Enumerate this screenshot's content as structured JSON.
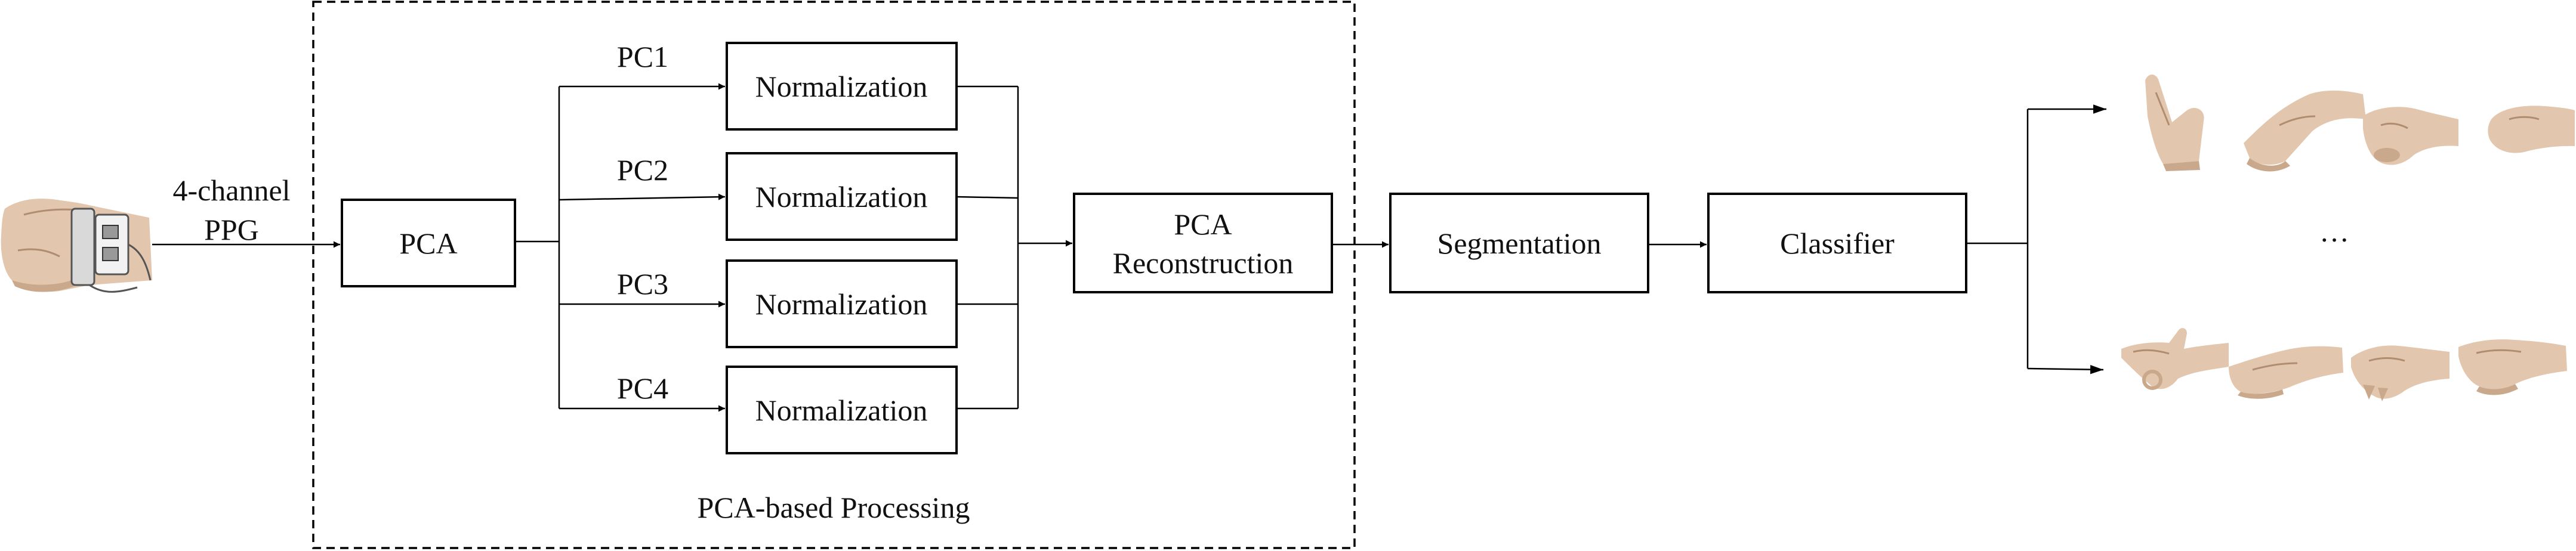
{
  "input": {
    "signal_label_line1": "4-channel",
    "signal_label_line2": "PPG",
    "wrist_icon": "wrist-with-ppg-sensor-icon"
  },
  "pca_block": {
    "label": "PCA"
  },
  "components": [
    {
      "pc_label": "PC1",
      "norm_label": "Normalization"
    },
    {
      "pc_label": "PC2",
      "norm_label": "Normalization"
    },
    {
      "pc_label": "PC3",
      "norm_label": "Normalization"
    },
    {
      "pc_label": "PC4",
      "norm_label": "Normalization"
    }
  ],
  "reconstruction": {
    "line1": "PCA",
    "line2": "Reconstruction"
  },
  "processing_region": {
    "label": "PCA-based Processing"
  },
  "segmentation": {
    "label": "Segmentation"
  },
  "classifier": {
    "label": "Classifier"
  },
  "output": {
    "ellipsis": "…",
    "gesture_icon": "hand-gesture-icon"
  },
  "colors": {
    "skin": "#e2c6ad",
    "skin_shadow": "#c9a88c",
    "stroke": "#000000"
  }
}
